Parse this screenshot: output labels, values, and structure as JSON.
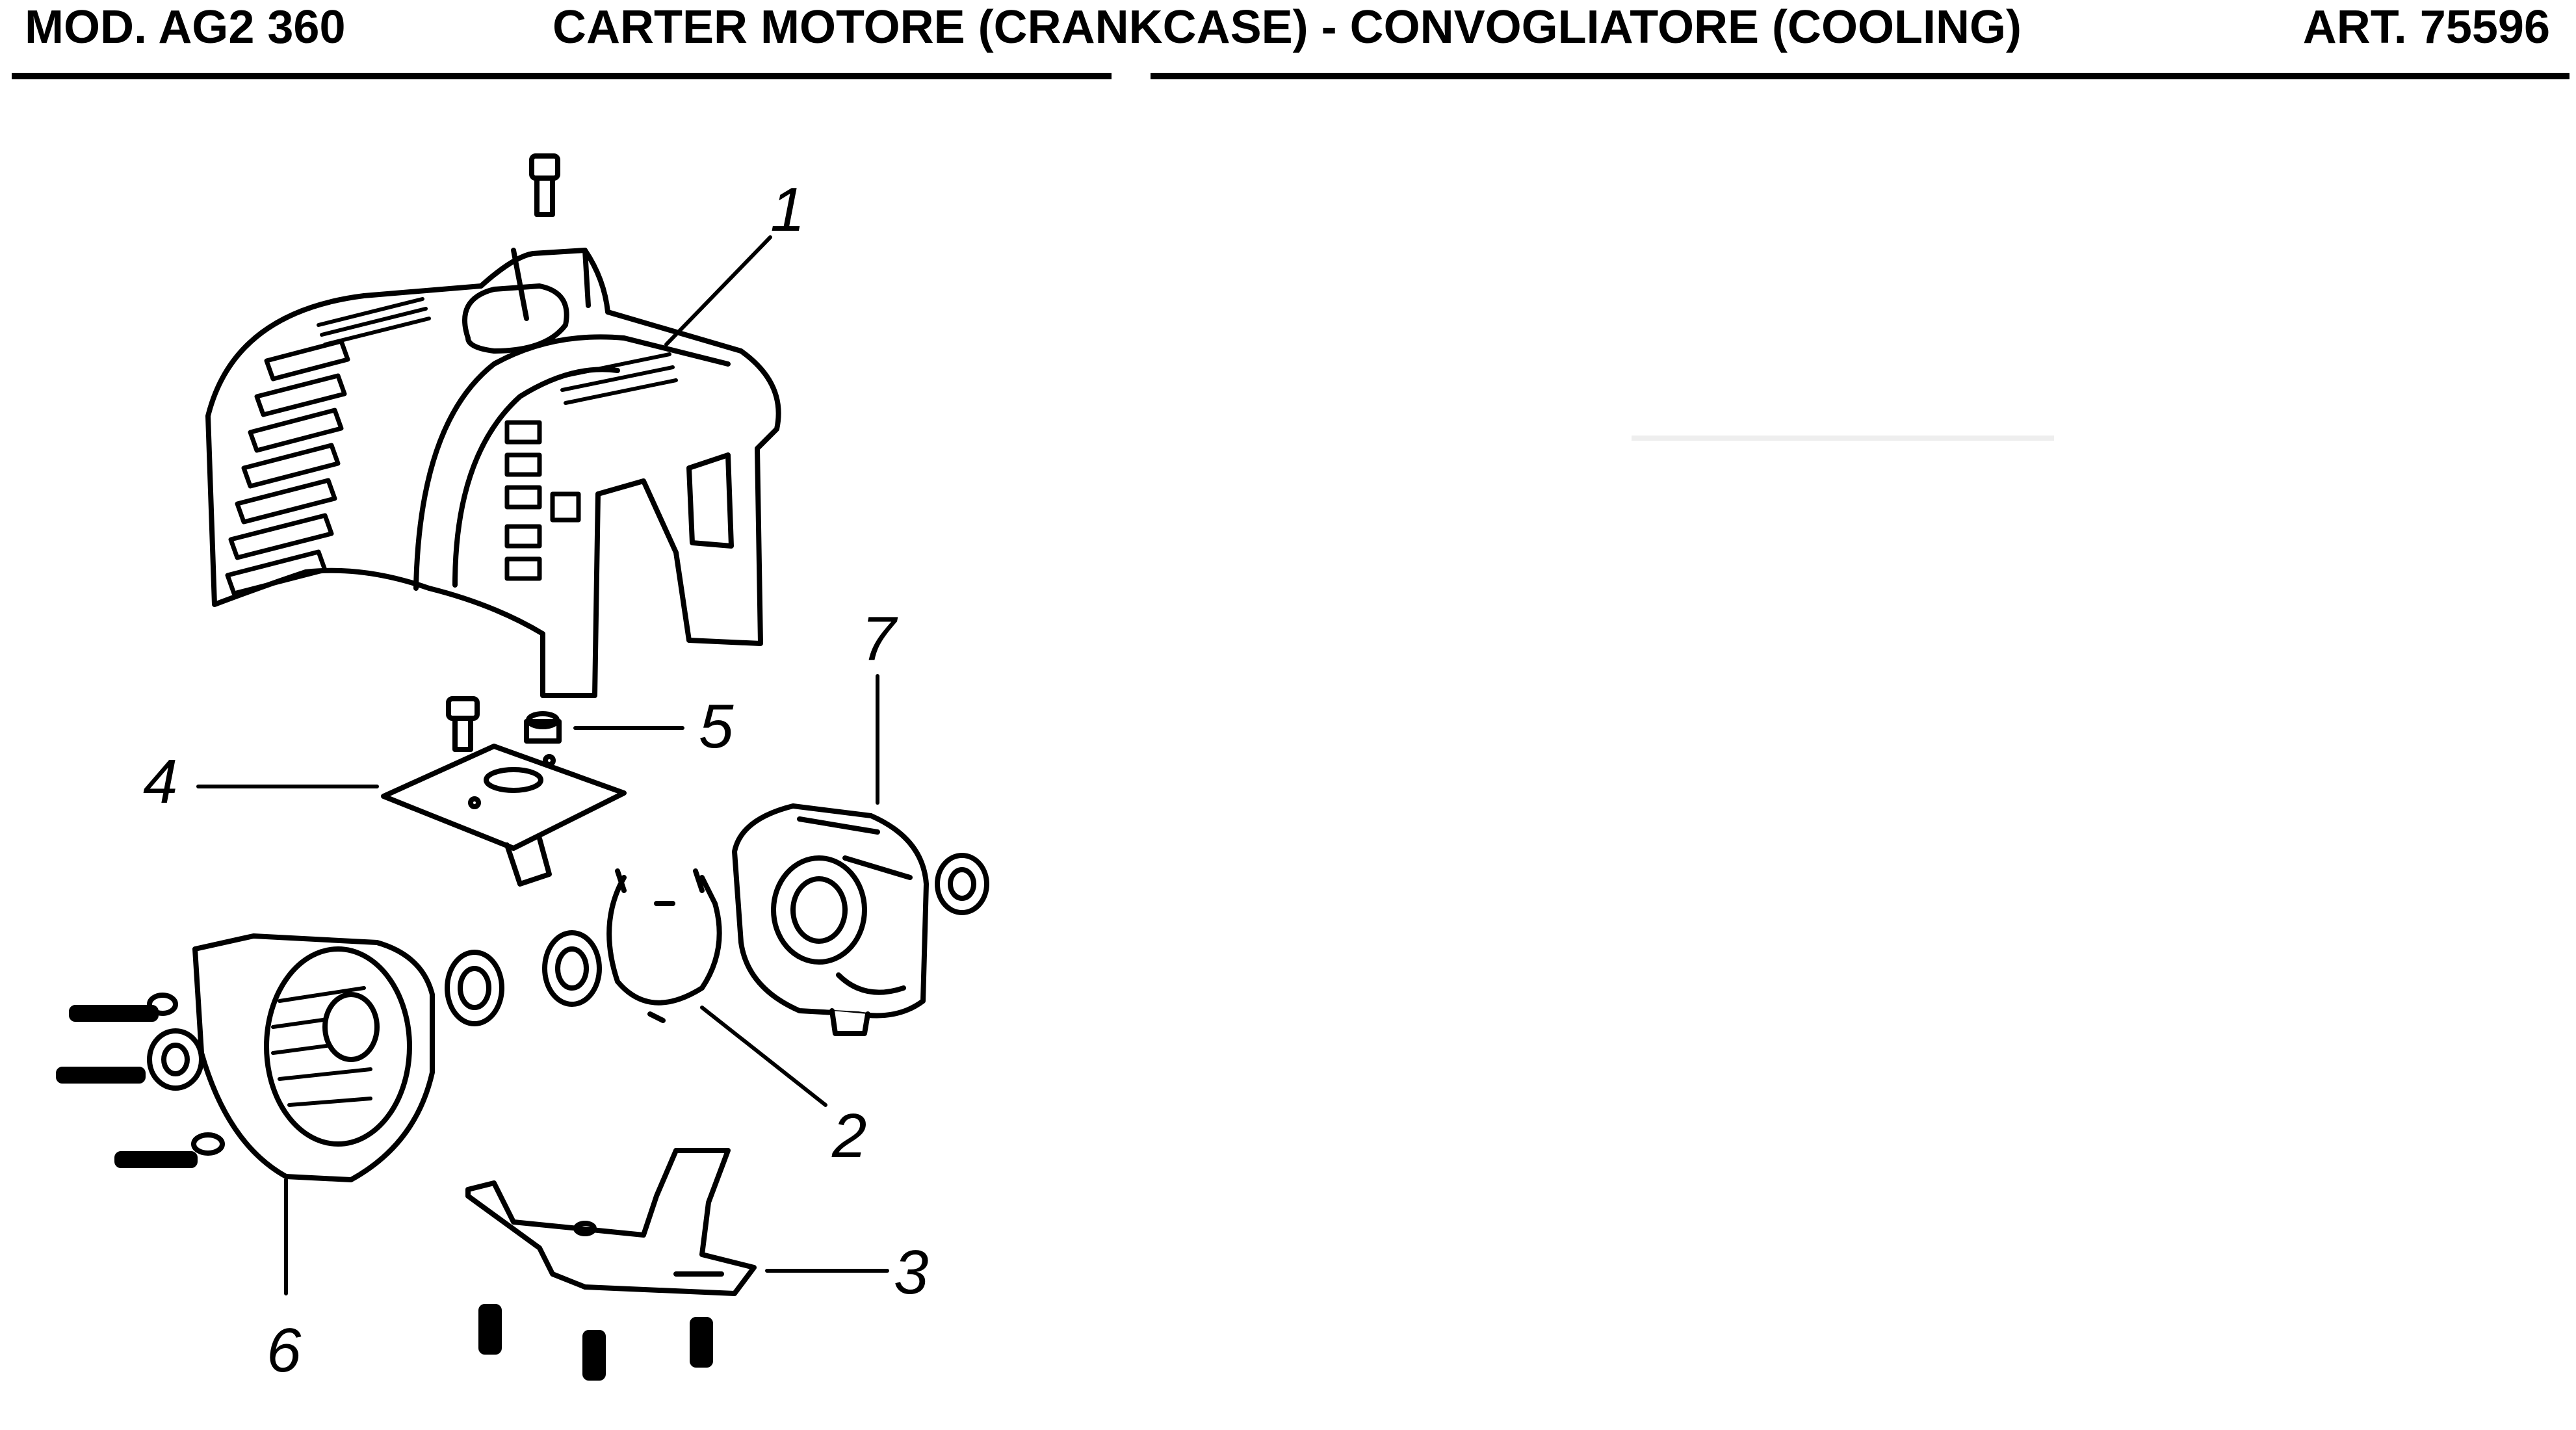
{
  "header": {
    "model": "MOD. AG2 360",
    "title": "CARTER MOTORE (CRANKCASE) - CONVOGLIATORE (COOLING)",
    "article": "ART. 75596"
  },
  "callouts": [
    "1",
    "2",
    "3",
    "4",
    "5",
    "6",
    "7"
  ],
  "colors": {
    "ink": "#000000",
    "paper": "#ffffff"
  }
}
